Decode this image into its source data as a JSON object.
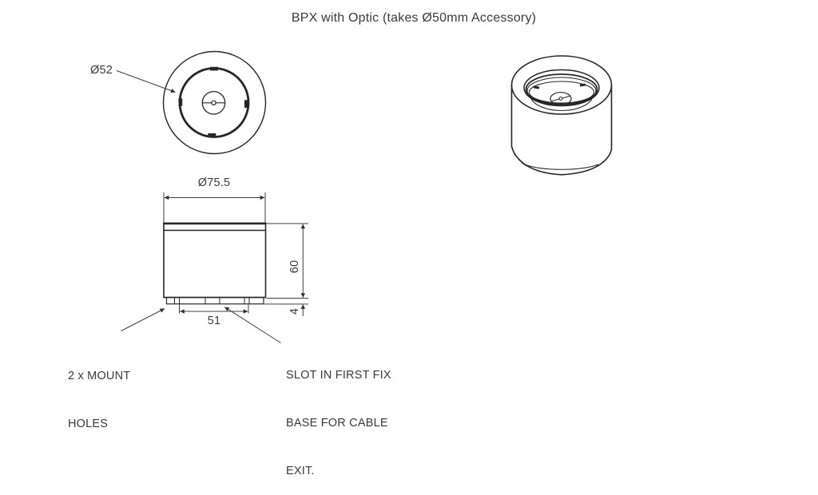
{
  "title": "BPX with Optic (takes Ø50mm Accessory)",
  "top_view": {
    "diameter_label": "Ø52"
  },
  "side_view": {
    "top_diameter": "Ø75.5",
    "body_height": "60",
    "base_height": "4",
    "mount_spacing": "51"
  },
  "notes": {
    "mount_holes": {
      "line1": "2 x MOUNT",
      "line2": "HOLES"
    },
    "cable_slot": {
      "line1": "SLOT IN FIRST FIX",
      "line2": "BASE FOR CABLE",
      "line3": "EXIT."
    }
  },
  "colors": {
    "outline": "#262626",
    "dimension": "#3f3f3f",
    "text": "#3a3a3a",
    "background": "#ffffff"
  }
}
